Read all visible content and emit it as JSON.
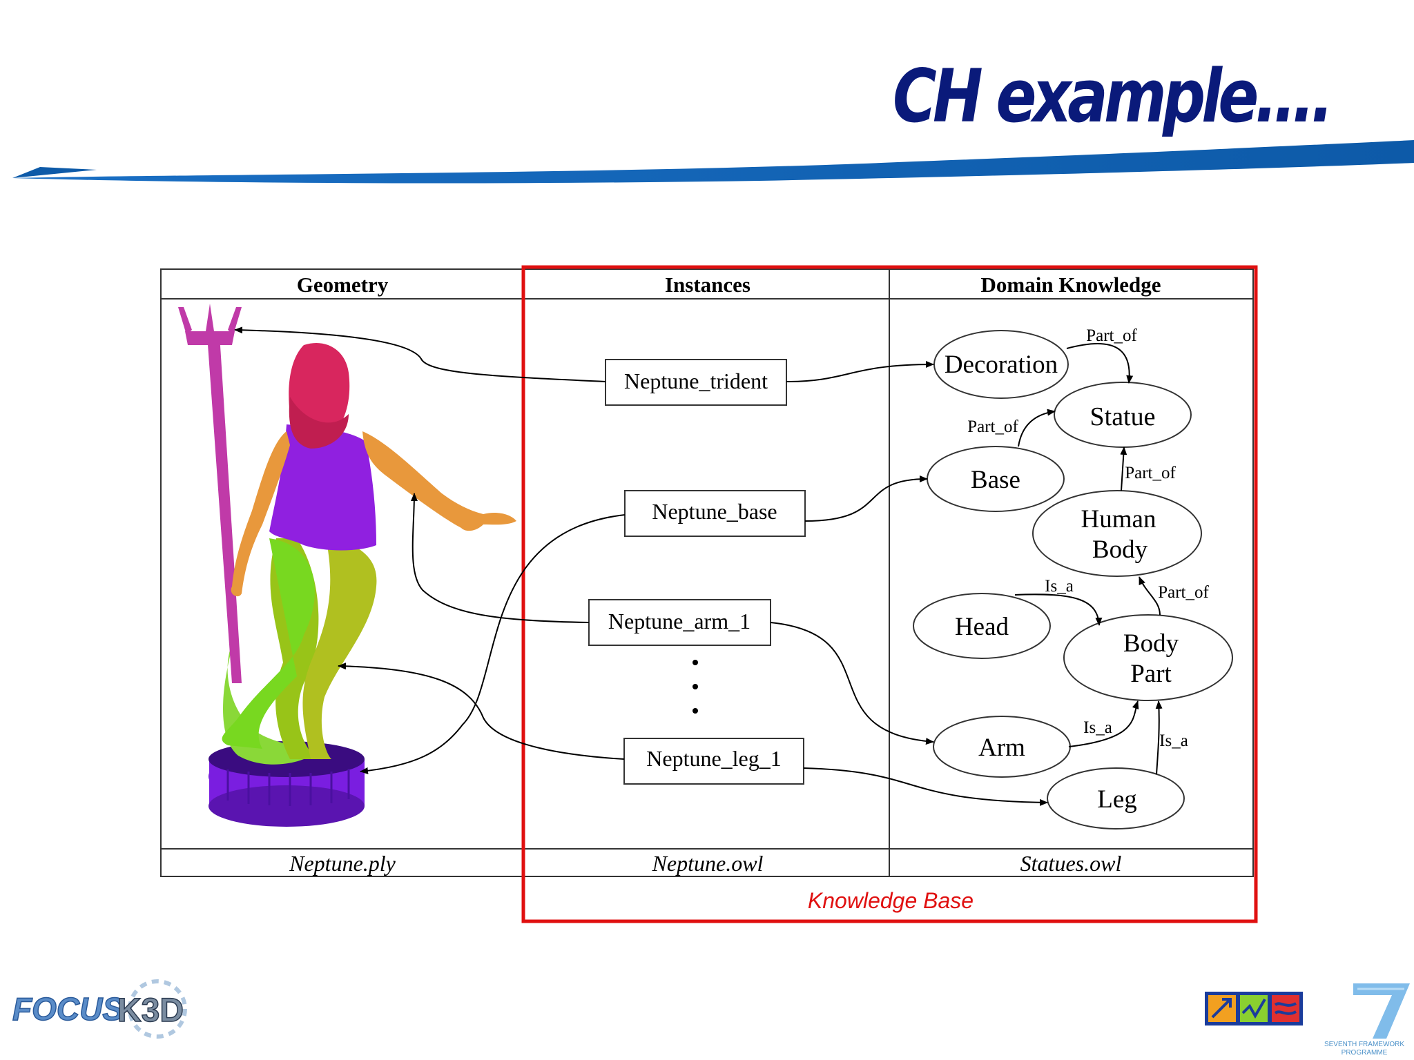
{
  "slide": {
    "title": "CH example….",
    "colors": {
      "title": "#0a1a7a",
      "band": "#1460b8",
      "kb_frame": "#e01010"
    }
  },
  "figure": {
    "columns": {
      "geometry": "Geometry",
      "instances": "Instances",
      "domain": "Domain Knowledge"
    },
    "files": {
      "geometry": "Neptune.ply",
      "instances": "Neptune.owl",
      "domain": "Statues.owl"
    },
    "kb_label": "Knowledge Base",
    "instances": {
      "trident": "Neptune_trident",
      "base": "Neptune_base",
      "arm": "Neptune_arm_1",
      "leg": "Neptune_leg_1",
      "ellipsis": "⋮"
    },
    "concepts": {
      "decoration": "Decoration",
      "statue": "Statue",
      "base": "Base",
      "human1": "Human",
      "human2": "Body",
      "head": "Head",
      "bodypart1": "Body",
      "bodypart2": "Part",
      "arm": "Arm",
      "leg": "Leg"
    },
    "relations": {
      "r1": "Part_of",
      "r2": "Part_of",
      "r3": "Part_of",
      "r4": "Is_a",
      "r5": "Part_of",
      "r6": "Is_a",
      "r7": "Is_a"
    },
    "statue_part_colors": {
      "trident": "#c03aa8",
      "head": "#d8265e",
      "torso": "#9020e0",
      "arm": "#e89a3c",
      "legs": "#78d820",
      "base": "#7a1ee0"
    }
  },
  "footer": {
    "logo_focus": "FOCUS",
    "logo_k3d": "K3D",
    "fp7_line1": "SEVENTH FRAMEWORK",
    "fp7_line2": "PROGRAMME"
  }
}
